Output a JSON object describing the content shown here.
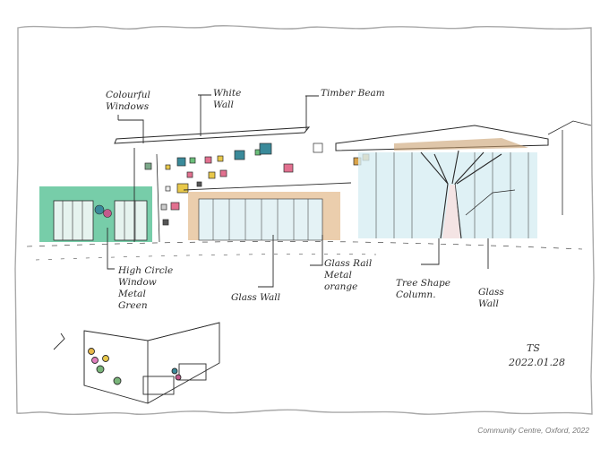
{
  "sketch": {
    "subject": "Community centre perspective sketch",
    "annotations": [
      {
        "id": "colourful-windows",
        "label": "Colourful\nWindows"
      },
      {
        "id": "white-wall",
        "label": "White\nWall"
      },
      {
        "id": "timber-beam",
        "label": "Timber Beam"
      },
      {
        "id": "high-circle-window",
        "label": "High Circle\nWindow\nMetal\nGreen"
      },
      {
        "id": "glass-wall-1",
        "label": "Glass Wall"
      },
      {
        "id": "glass-rail",
        "label": "Glass Rail\nMetal\norange"
      },
      {
        "id": "tree-shape-column",
        "label": "Tree Shape\nColumn."
      },
      {
        "id": "glass-wall-2",
        "label": "Glass\nWall"
      }
    ],
    "signature": {
      "initials": "TS",
      "date": "2022.01.28"
    },
    "colors": {
      "green_block": "#5fc49a",
      "timber": "#e9c9a4",
      "glass": "#d7eef2",
      "ink": "#2a2a2a",
      "window_pink": "#e2708f",
      "window_teal": "#3a8a9a",
      "window_yellow": "#e8c84a",
      "window_green": "#6bbf7a",
      "frame": "#a9a9a9"
    }
  },
  "caption": "Community Centre, Oxford, 2022"
}
